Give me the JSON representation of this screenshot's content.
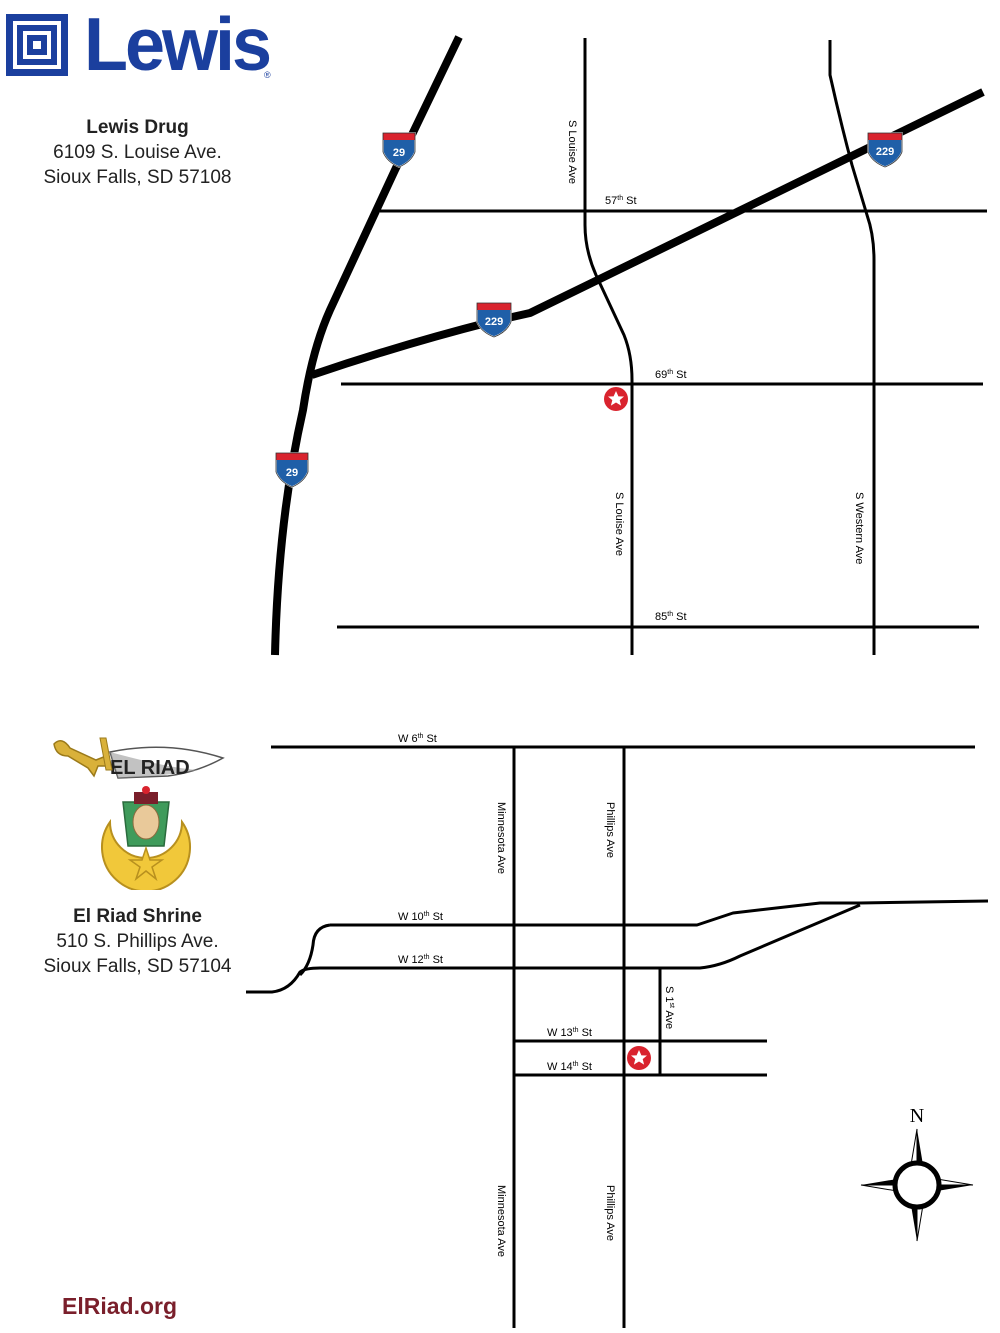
{
  "lewis_logo": {
    "text": "Lewis",
    "registered": "®",
    "color": "#1b3f9e"
  },
  "lewis_store": {
    "name": "Lewis Drug",
    "address": "6109 S. Louise Ave.",
    "city": "Sioux Falls, SD 57108"
  },
  "shrine_logo": {
    "banner_text": "EL RIAD"
  },
  "shrine": {
    "name": "El Riad Shrine",
    "address": "510 S. Phillips Ave.",
    "city": "Sioux Falls, SD 57104"
  },
  "website": "ElRiad.org",
  "map_top": {
    "streets": {
      "st57": {
        "name": "57",
        "sup": "th",
        "suffix": " St"
      },
      "st69": {
        "name": "69",
        "sup": "th",
        "suffix": " St"
      },
      "st85": {
        "name": "85",
        "sup": "th",
        "suffix": " St"
      },
      "louise_north": "S Louise Ave",
      "louise_south": "S Louise Ave",
      "western": "S Western Ave"
    },
    "shields": {
      "i29_a": "29",
      "i29_b": "29",
      "i229_a": "229",
      "i229_b": "229"
    }
  },
  "map_bottom": {
    "streets": {
      "w6": {
        "name": "W 6",
        "sup": "th",
        "suffix": " St"
      },
      "w10": {
        "name": "W 10",
        "sup": "th",
        "suffix": " St"
      },
      "w12": {
        "name": "W 12",
        "sup": "th",
        "suffix": " St"
      },
      "w13": {
        "name": "W 13",
        "sup": "th",
        "suffix": " St"
      },
      "w14": {
        "name": "W 14",
        "sup": "th",
        "suffix": " St"
      },
      "s1": {
        "name": "S 1",
        "sup": "st",
        "suffix": " Ave"
      },
      "minnesota_north": "Minnesota Ave",
      "minnesota_south": "Minnesota Ave",
      "phillips_north": "Phillips Ave",
      "phillips_south": "Phillips Ave"
    }
  },
  "compass": {
    "north_label": "N"
  },
  "colors": {
    "marker": "#d9232e",
    "shield_blue": "#1f5fa8",
    "shield_red": "#d9232e",
    "web": "#7a1f2b"
  }
}
